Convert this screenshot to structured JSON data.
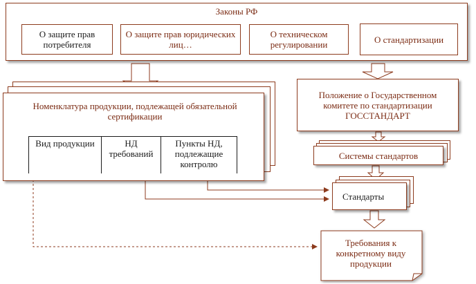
{
  "laws": {
    "title": "Законы РФ",
    "items": [
      "О защите прав потребителя",
      "О защите прав юридических лиц…",
      "О техническом регулировании",
      "О стандартизации"
    ]
  },
  "nomenclature": {
    "title": "Номенклатура продукции, подлежащей обязательной сертификации",
    "columns": [
      "Вид продукции",
      "НД требований",
      "Пункты НД, подлежащие контролю"
    ]
  },
  "gosstandart": "Положение о Государственном комитете по стандартизации ГОССТАНДАРТ",
  "systems": "Системы стандартов",
  "standards": "Стандарты",
  "requirements": "Требования к конкретному виду продукции",
  "colors": {
    "border": "#8c3a1c",
    "text": "#7a2a12",
    "background": "#ffffff"
  }
}
